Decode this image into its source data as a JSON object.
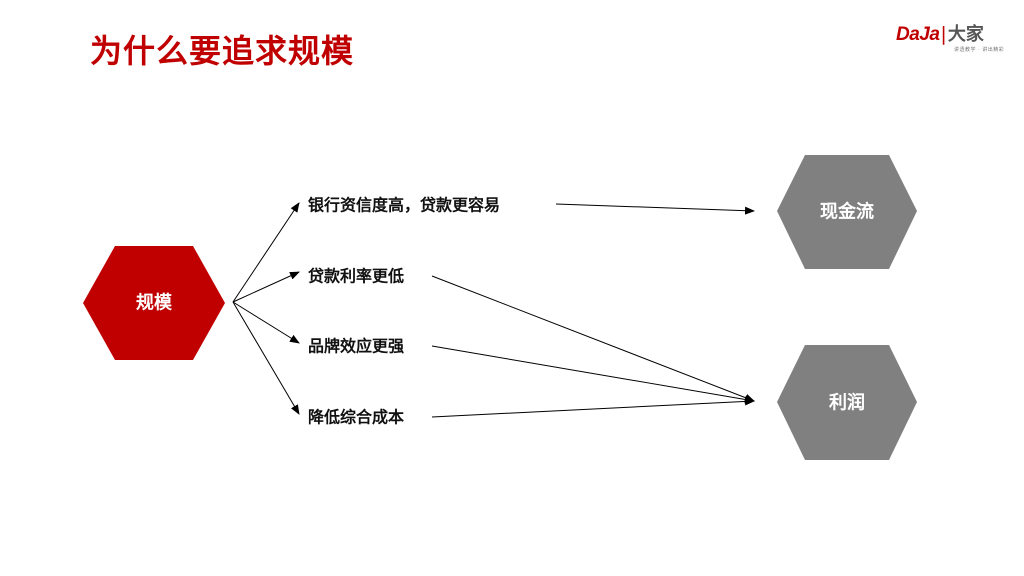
{
  "title": "为什么要追求规模",
  "logo": {
    "brand_latin": "DaJa",
    "brand_cn": "大家",
    "tagline": "讲透教学 · 讲出精彩"
  },
  "diagram": {
    "source": {
      "label": "规模",
      "color": "#c00000"
    },
    "factors": [
      {
        "label": "银行资信度高，贷款更容易"
      },
      {
        "label": "贷款利率更低"
      },
      {
        "label": "品牌效应更强"
      },
      {
        "label": "降低综合成本"
      }
    ],
    "outcomes": [
      {
        "label": "现金流",
        "color": "#808080"
      },
      {
        "label": "利润",
        "color": "#808080"
      }
    ],
    "links": [
      {
        "from": "规模",
        "to": "银行资信度高，贷款更容易"
      },
      {
        "from": "规模",
        "to": "贷款利率更低"
      },
      {
        "from": "规模",
        "to": "品牌效应更强"
      },
      {
        "from": "规模",
        "to": "降低综合成本"
      },
      {
        "from": "银行资信度高，贷款更容易",
        "to": "现金流"
      },
      {
        "from": "贷款利率更低",
        "to": "利润"
      },
      {
        "from": "品牌效应更强",
        "to": "利润"
      },
      {
        "from": "降低综合成本",
        "to": "利润"
      }
    ]
  }
}
